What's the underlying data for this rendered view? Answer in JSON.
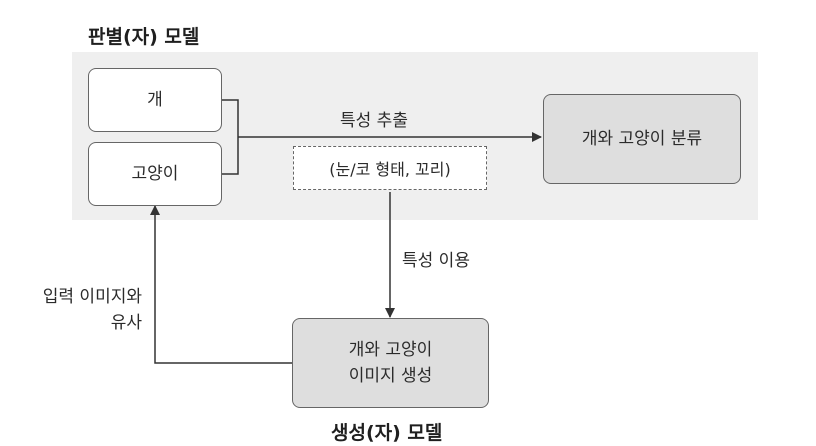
{
  "discriminator": {
    "title": "판별(자) 모델",
    "inputs": [
      "개",
      "고양이"
    ],
    "extract_label": "특성 추출",
    "feature_note": "(눈/코 형태, 꼬리)",
    "output": "개와 고양이 분류"
  },
  "use_label": "특성 이용",
  "similar_label": {
    "line1": "입력 이미지와",
    "line2": "유사"
  },
  "generator": {
    "box_line1": "개와 고양이",
    "box_line2": "이미지 생성",
    "title": "생성(자) 모델"
  },
  "colors": {
    "panel": "#efefef",
    "box_border": "#666666",
    "box_fill": "#dedede",
    "line": "#333333",
    "text": "#2b2b2b"
  }
}
